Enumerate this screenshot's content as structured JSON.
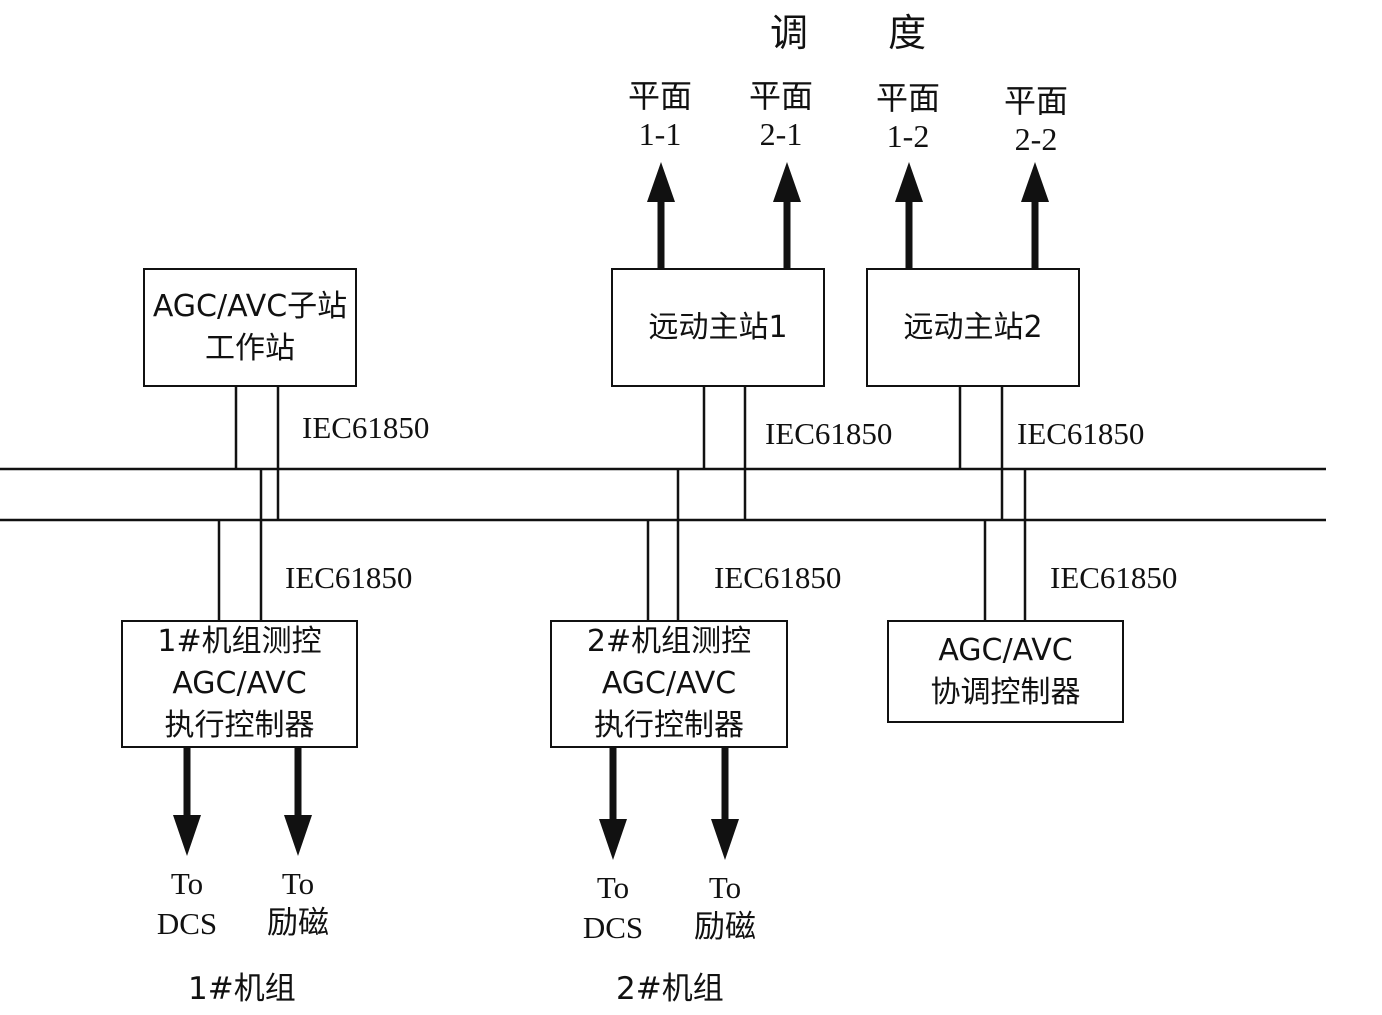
{
  "top_label": "调 度",
  "planes": [
    {
      "line1": "平面",
      "line2": "1-1"
    },
    {
      "line1": "平面",
      "line2": "2-1"
    },
    {
      "line1": "平面",
      "line2": "1-2"
    },
    {
      "line1": "平面",
      "line2": "2-2"
    }
  ],
  "boxes": {
    "agc_avc_substation": {
      "line1": "AGC/AVC子站",
      "line2": "工作站"
    },
    "telecontrol_1": {
      "line1": "远动主站1"
    },
    "telecontrol_2": {
      "line1": "远动主站2"
    },
    "unit1_controller": {
      "line1": "1#机组测控",
      "line2": "AGC/AVC",
      "line3": "执行控制器"
    },
    "unit2_controller": {
      "line1": "2#机组测控",
      "line2": "AGC/AVC",
      "line3": "执行控制器"
    },
    "coordination_controller": {
      "line1": "AGC/AVC",
      "line2": "协调控制器"
    }
  },
  "protocol_labels": [
    "IEC61850",
    "IEC61850",
    "IEC61850",
    "IEC61850",
    "IEC61850",
    "IEC61850"
  ],
  "outputs": [
    {
      "line1": "To",
      "line2": "DCS"
    },
    {
      "line1": "To",
      "line2": "励磁"
    },
    {
      "line1": "To",
      "line2": "DCS"
    },
    {
      "line1": "To",
      "line2": "励磁"
    }
  ],
  "unit_labels": [
    "1#机组",
    "2#机组"
  ]
}
